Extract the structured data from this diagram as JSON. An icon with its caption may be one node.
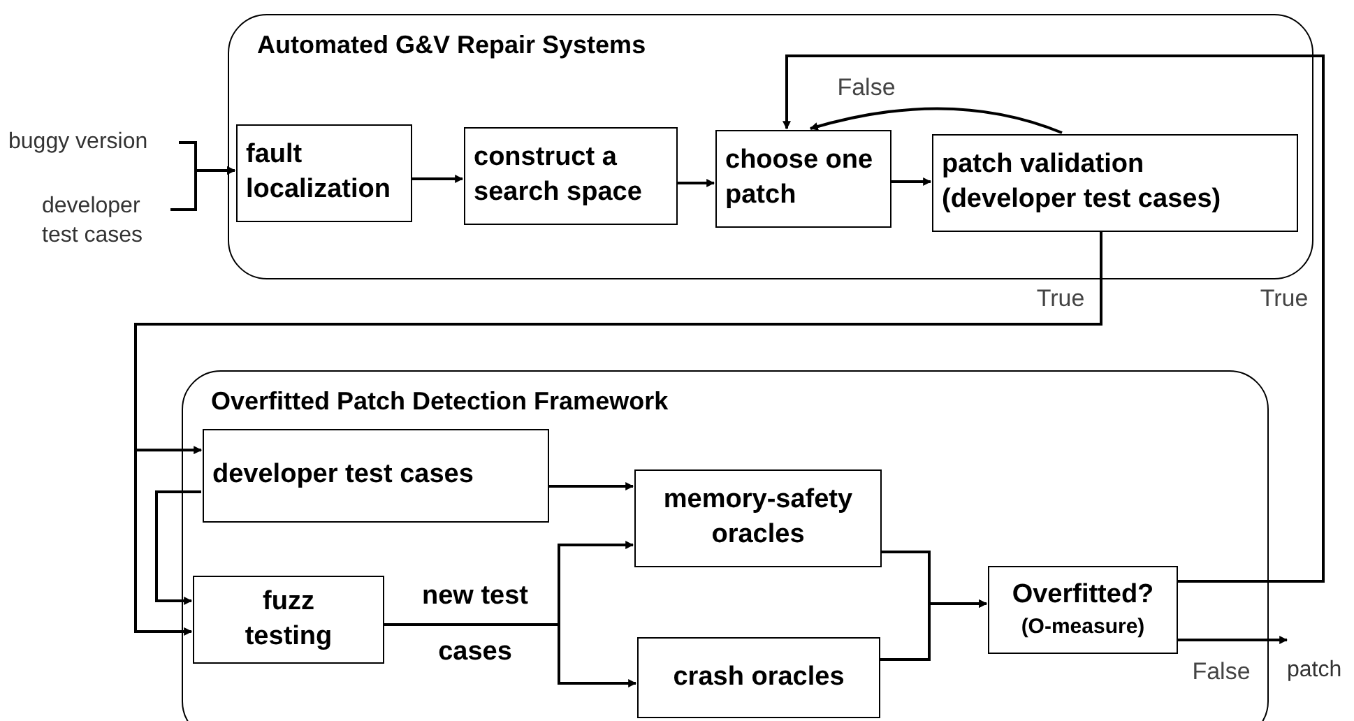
{
  "diagram": {
    "nodes": [
      {
        "text": [
          "Automated G&V Repair Systems"
        ]
      },
      {
        "text": [
          "fault localization"
        ],
        "in": 0
      },
      {
        "text": [
          "construct a search space"
        ],
        "in": 0
      },
      {
        "text": [
          "choose one patch"
        ],
        "in": 0
      },
      {
        "text": [
          "patch validation (developer test cases)"
        ],
        "in": 0
      },
      {
        "text": [
          "Overfitted Patch Detection Framework"
        ]
      },
      {
        "text": [
          "developer test cases"
        ],
        "in": 5
      },
      {
        "text": [
          "memory-safety oracles"
        ],
        "in": 5
      },
      {
        "text": [
          "fuzz testing"
        ],
        "in": 5
      },
      {
        "text": [
          "crash oracles"
        ],
        "in": 5
      },
      {
        "text": [
          "Overfitted?",
          "(O-measure)"
        ],
        "in": 5
      },
      {
        "text": [
          "buggy version"
        ]
      },
      {
        "text": [
          "developer test cases"
        ]
      },
      {
        "text": [
          "patch"
        ]
      }
    ],
    "edges": [
      {
        "from": 11,
        "to": 1,
        "arrow": "to"
      },
      {
        "from": 12,
        "to": 1,
        "arrow": "to"
      },
      {
        "from": 1,
        "to": 2,
        "arrow": "to"
      },
      {
        "from": 2,
        "to": 3,
        "arrow": "to"
      },
      {
        "from": 3,
        "to": 4,
        "arrow": "to"
      },
      {
        "from": 4,
        "to": 3,
        "arrow": "to",
        "label": "False"
      },
      {
        "from": 4,
        "to": 6,
        "arrow": "to",
        "label": "True"
      },
      {
        "from": 4,
        "to": 8,
        "arrow": "to"
      },
      {
        "from": 6,
        "to": 7,
        "arrow": "to"
      },
      {
        "from": 6,
        "to": 8,
        "arrow": "to"
      },
      {
        "from": 8,
        "to": 7,
        "arrow": "to",
        "label": "new test cases"
      },
      {
        "from": 8,
        "to": 9,
        "arrow": "to"
      },
      {
        "from": 7,
        "to": 10,
        "arrow": "to"
      },
      {
        "from": 9,
        "to": 10,
        "arrow": "to"
      },
      {
        "from": 10,
        "to": 3,
        "arrow": "to",
        "label": "True"
      },
      {
        "from": 10,
        "to": 13,
        "arrow": "to",
        "label": "False"
      }
    ]
  }
}
